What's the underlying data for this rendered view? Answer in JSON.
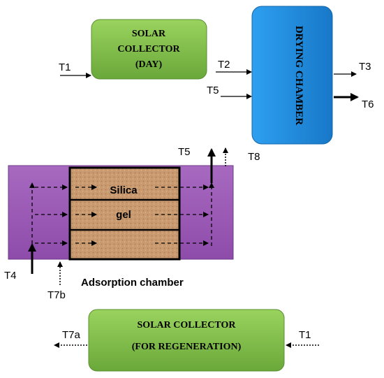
{
  "solar_collector_day": {
    "line1": "SOLAR",
    "line2": "COLLECTOR",
    "line3": "(DAY)",
    "fill": "#7dc242"
  },
  "drying_chamber": {
    "label": "DRYING CHAMBER",
    "fill": "#1f8fe0"
  },
  "adsorption_chamber": {
    "caption": "Adsorption chamber",
    "fill": "#9b59b6",
    "bed_fill": "#c8946a",
    "bed_labels": [
      "Silica",
      "gel"
    ]
  },
  "solar_collector_regen": {
    "line1": "SOLAR COLLECTOR",
    "line2": "(FOR REGENERATION)",
    "fill": "#7dc242"
  },
  "labels": {
    "t1_top": "T1",
    "t2": "T2",
    "t3": "T3",
    "t5_top": "T5",
    "t6": "T6",
    "t5_mid": "T5",
    "t8": "T8",
    "t4": "T4",
    "t7b": "T7b",
    "t7a": "T7a",
    "t1_bottom": "T1"
  }
}
